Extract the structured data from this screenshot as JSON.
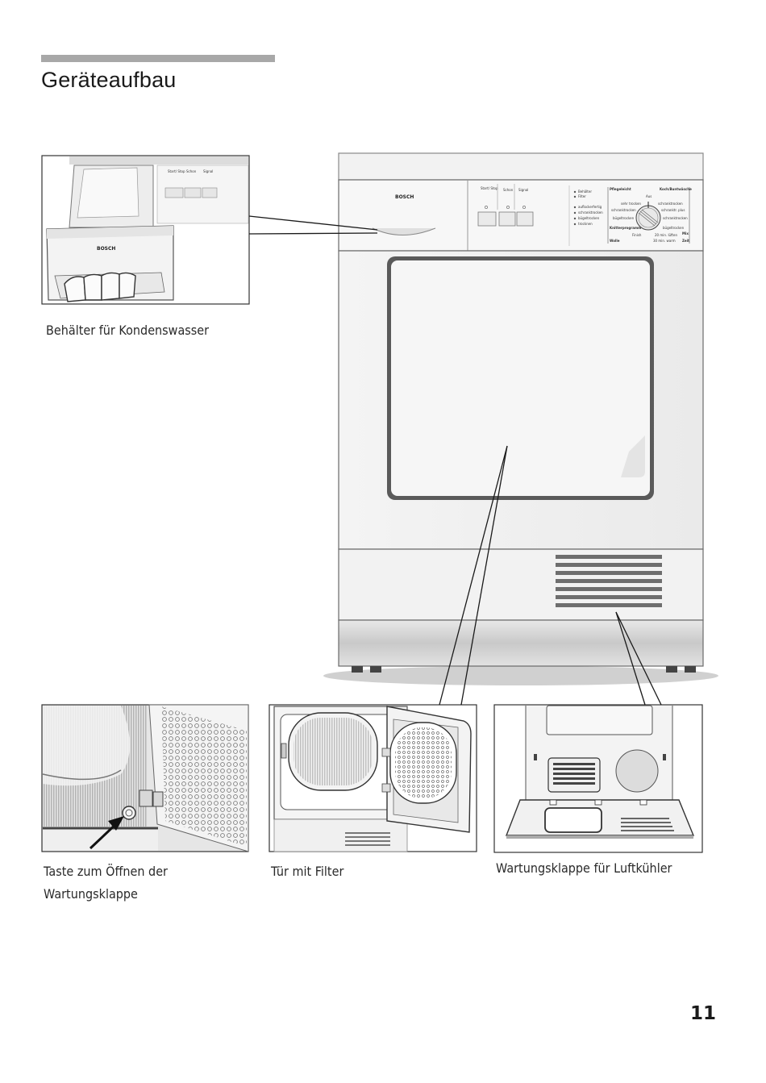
{
  "page": {
    "title": "Geräteaufbau",
    "page_number": "11"
  },
  "captions": {
    "container": "Behälter für Kondenswasser",
    "button_line1": "Taste zum Öffnen der",
    "button_line2": "Wartungsklappe",
    "door": "Tür mit Filter",
    "flap": "Wartungsklappe für Luftkühler"
  },
  "panel": {
    "brand": "BOSCH",
    "btn_start": "Start/ Stop",
    "btn_schon": "Schon",
    "btn_signal": "Signal",
    "indicators": [
      "Behälter",
      "Filter"
    ],
    "indicators2": [
      "auflockerfertig",
      "schranktrocken",
      "bügeltrocken",
      "trocknen"
    ],
    "prog_left_title": "Pflegeleicht",
    "prog_right_title": "Koch/Buntwäsche",
    "prog_left": [
      "sehr trocken",
      "schranktrocken",
      "bügeltrocken",
      "Knitterprogramm"
    ],
    "prog_right": [
      "schranktrocken",
      "schranktr. plus",
      "schranktrocken",
      "bügeltrocken"
    ],
    "prog_bottom_left": "Wolle",
    "prog_bottom_mid1": "Finish",
    "prog_bottom_mid2": "20 min. lüften",
    "prog_bottom_mid3": "30 min. warm",
    "prog_bottom_right1": "Mix",
    "prog_bottom_right2": "Zeit",
    "dial_top": "Aus"
  }
}
